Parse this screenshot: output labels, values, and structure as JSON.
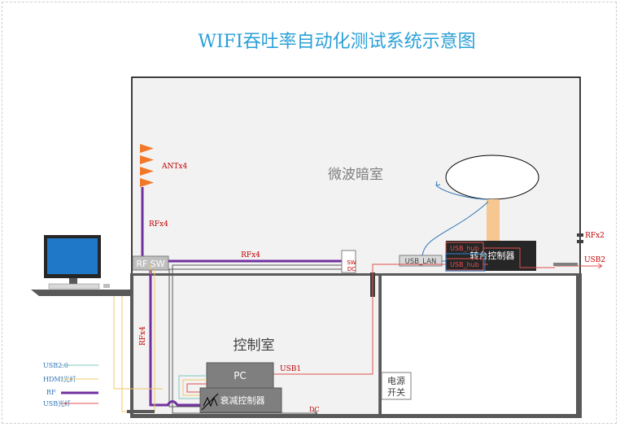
{
  "title": "WIFI吞吐率自动化测试系统示意图",
  "rooms": {
    "anechoic": "微波暗室",
    "control": "控制室"
  },
  "devices": {
    "rf_switch": "RF SW",
    "pc": "PC",
    "attenuator": "衰减控制器",
    "turntable": "转台控制器",
    "usb_lan": "USB_LAN",
    "usb_hub1": "USB_hub",
    "usb_hub2": "USB_hub",
    "power_switch_line1": "电源",
    "power_switch_line2": "开关",
    "sw_dc_sw": "SW",
    "sw_dc_dc": "DC"
  },
  "labels": {
    "ant": "ANTx4",
    "rf_up": "RFx4",
    "rf_horizontal": "RFx4",
    "rf_down": "RFx4",
    "rfx2": "RFx2",
    "usb1": "USB1",
    "usb2": "USB2",
    "dc": "DC"
  },
  "legend": [
    {
      "label": "USB2.0",
      "color": "#7fc8c0",
      "width": 1
    },
    {
      "label": "HDMI光纤",
      "color": "#f0c868",
      "width": 1
    },
    {
      "label": "RF",
      "color": "#7030a0",
      "width": 3
    },
    {
      "label": "USB光纤",
      "color": "#e05050",
      "width": 1
    }
  ],
  "colors": {
    "title": "#2aa0d8",
    "rf": "#7030a0",
    "usb_fiber": "#e05050",
    "hdmi": "#f0c868",
    "usb2": "#7fc8c0",
    "antenna": "#f07828",
    "room_fill": "#f2f2f2",
    "device_fill": "#7f7f7f",
    "turntable_fill": "#262626",
    "lan_fill": "#1f4e79"
  }
}
